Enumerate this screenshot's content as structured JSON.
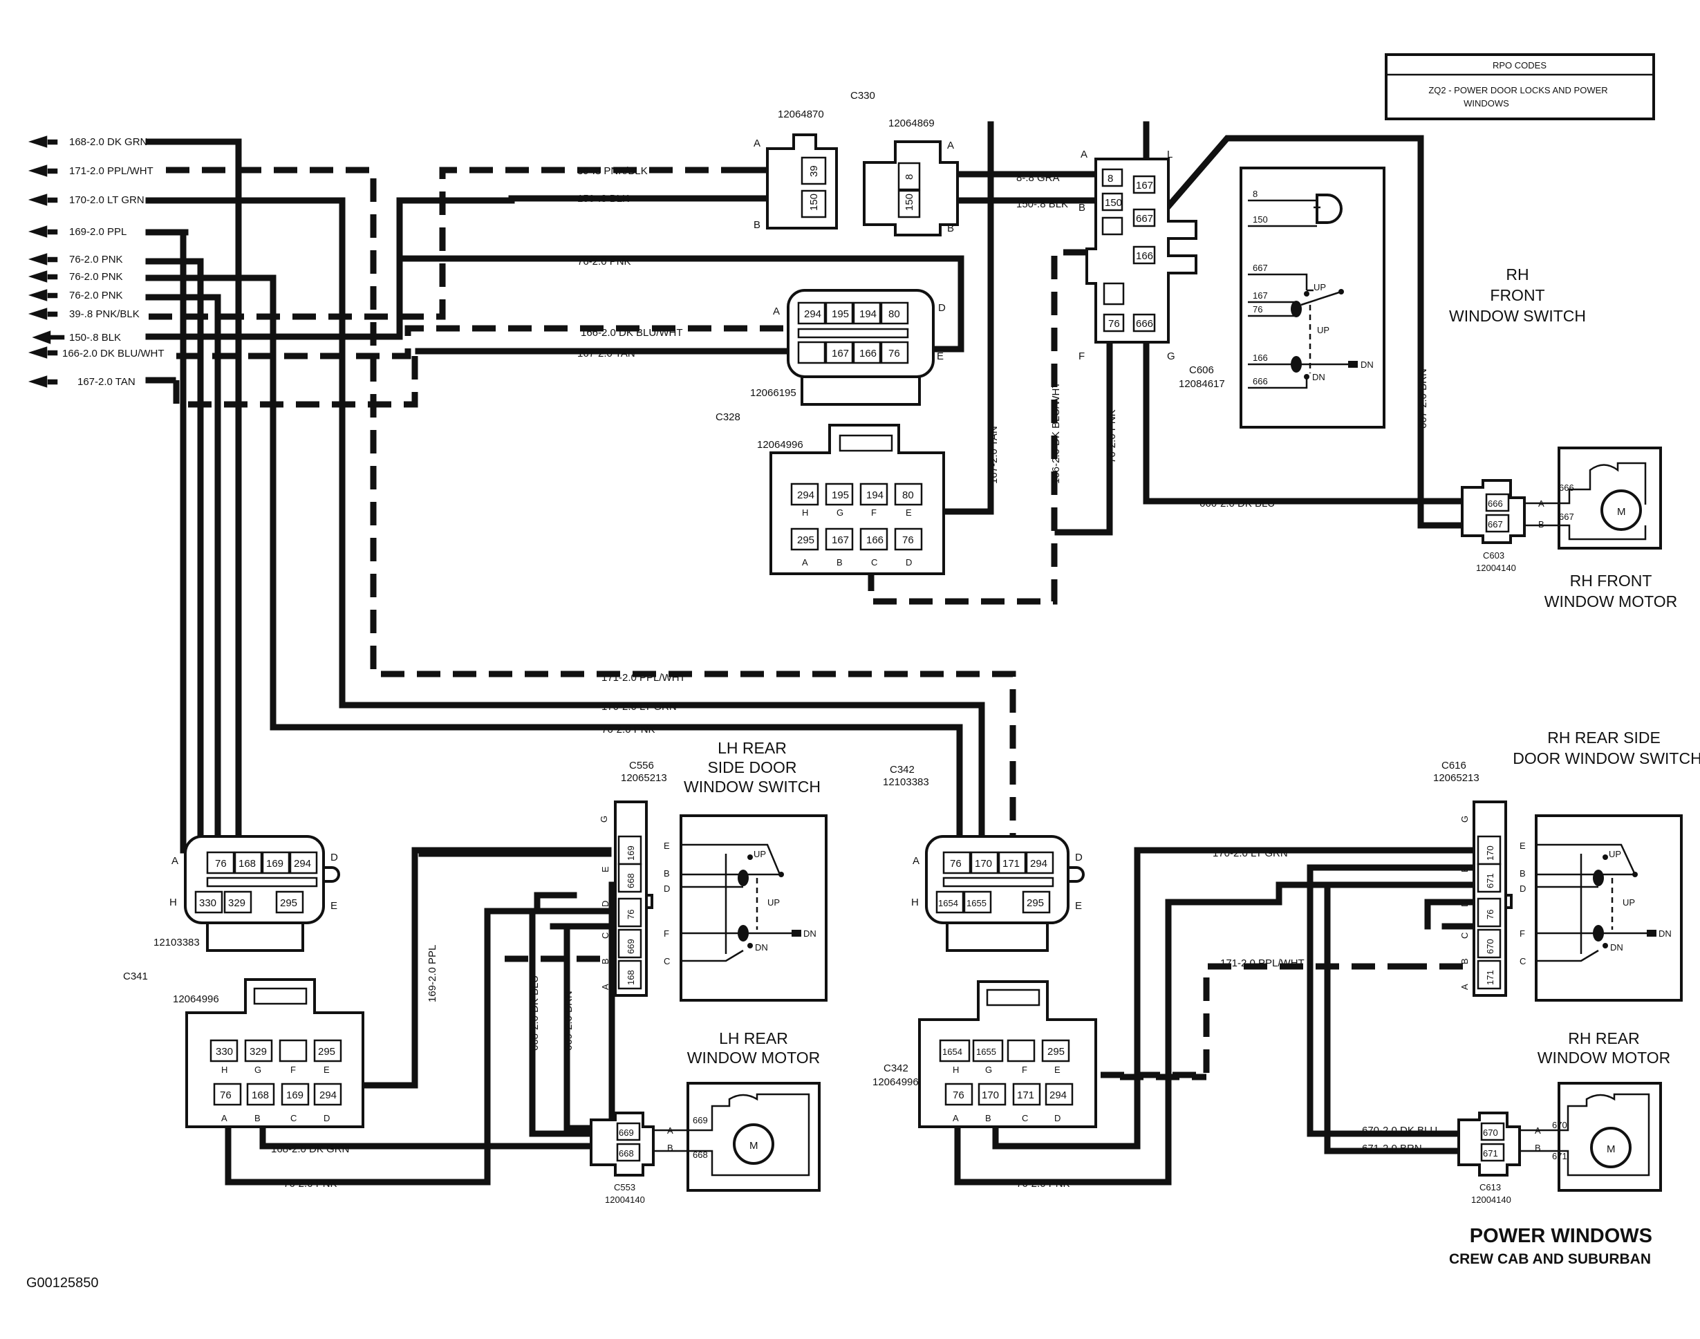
{
  "rpo": {
    "header": "RPO CODES",
    "code": "ZQ2 - POWER DOOR LOCKS AND POWER",
    "code2": "WINDOWS"
  },
  "title": {
    "main": "POWER WINDOWS",
    "sub": "CREW CAB AND SUBURBAN"
  },
  "figure_id": "G00125850",
  "left_wires": [
    "168-2.0 DK GRN",
    "171-2.0 PPL/WHT",
    "170-2.0 LT GRN",
    "169-2.0 PPL",
    "76-2.0 PNK",
    "76-2.0 PNK",
    "76-2.0 PNK",
    "39-.8 PNK/BLK",
    "150-.8 BLK",
    "166-2.0 DK BLU/WHT",
    "167-2.0 TAN"
  ],
  "wire_labels": {
    "w39": "39-.8 PNK/BLK",
    "w150": "150-.8 BLK",
    "w76": "76-2.0 PNK",
    "w166": "166-2.0 DK BLU/WHT",
    "w167": "167-2.0 TAN",
    "w8gra": "8-.8 GRA",
    "w150b": "150-.8 BLK",
    "w171": "171-2.0 PPL/WHT",
    "w170": "170-2.0 LT GRN",
    "w76b": "76-2.0 PNK",
    "w666": "666-2.0 DK BLU",
    "w667": "667-2.0 BRN",
    "v167": "167-2.0 TAN",
    "v166": "166-2.0 DK BLU/WHT",
    "v76": "76-2.0 PNK",
    "v169": "169-2.0 PPL",
    "v668": "668-2.0 DK BLU",
    "v669": "669-2.0 BRN",
    "w168b": "168-2.0 DK GRN",
    "w76c": "76-2.0 PNK",
    "w76d": "76-2.0 PNK",
    "w170b": "170-2.0 LT GRN",
    "w171b": "171-2.0 PPL/WHT",
    "w670": "670-2.0 DK BLU",
    "w671": "671-2.0 BRN"
  },
  "connectors": {
    "c330": {
      "name": "C330",
      "pn1": "12064870",
      "pn2": "12064869"
    },
    "c328": {
      "name": "C328",
      "pn1": "12066195",
      "pn2": "12064996"
    },
    "c606": {
      "name": "C606",
      "pn": "12084617"
    },
    "c603": {
      "name": "C603",
      "pn": "12004140"
    },
    "c341": {
      "name": "C341",
      "pn1": "12103383",
      "pn2": "12064996"
    },
    "c556": {
      "name": "C556",
      "pn": "12065213"
    },
    "c553": {
      "name": "C553",
      "pn": "12004140"
    },
    "c342": {
      "name": "C342",
      "pn1": "12103383",
      "pn2": "12064996",
      "name2": "C342"
    },
    "c616": {
      "name": "C616",
      "pn": "12065213"
    },
    "c613": {
      "name": "C613",
      "pn": "12004140"
    }
  },
  "components": {
    "rh_front_switch": [
      "RH",
      "FRONT",
      "WINDOW SWITCH"
    ],
    "rh_front_motor": [
      "RH FRONT",
      "WINDOW MOTOR"
    ],
    "lh_rear_switch": [
      "LH REAR",
      "SIDE DOOR",
      "WINDOW SWITCH"
    ],
    "lh_rear_motor": [
      "LH REAR",
      "WINDOW MOTOR"
    ],
    "rh_rear_switch": [
      "RH REAR SIDE",
      "DOOR WINDOW SWITCH"
    ],
    "rh_rear_motor": [
      "RH REAR",
      "WINDOW MOTOR"
    ]
  },
  "switch_labels": {
    "up": "UP",
    "dn": "DN",
    "motor": "M"
  },
  "pins": {
    "c330a": [
      "39",
      "150"
    ],
    "c330b": [
      "8",
      "150"
    ],
    "c328a_top": [
      "294",
      "195",
      "194",
      "80"
    ],
    "c328a_bot": [
      "167",
      "166",
      "76"
    ],
    "c328b_top": [
      "294",
      "195",
      "194",
      "80"
    ],
    "c328b_bot": [
      "295",
      "167",
      "166",
      "76"
    ],
    "c328b_rowl": [
      "H",
      "G",
      "F",
      "E"
    ],
    "c328b_coll": [
      "A",
      "B",
      "C",
      "D"
    ],
    "c606": [
      "8",
      "150",
      "167",
      "667",
      "166",
      "76",
      "666"
    ],
    "rhf_sw": [
      "8",
      "150",
      "667",
      "167",
      "76",
      "166",
      "666"
    ],
    "c603": [
      "666",
      "667"
    ],
    "c603m": [
      "666",
      "667"
    ],
    "c341a_top": [
      "76",
      "168",
      "169",
      "294"
    ],
    "c341a_bot": [
      "330",
      "329",
      "295"
    ],
    "c341b_top": [
      "330",
      "329",
      "",
      "295"
    ],
    "c341b_bot": [
      "76",
      "168",
      "169",
      "294"
    ],
    "c556": [
      "169",
      "668",
      "76",
      "669",
      "168"
    ],
    "c556l": [
      "G",
      "E",
      "D",
      "C",
      "B",
      "A"
    ],
    "c556r": [
      "E",
      "B",
      "D",
      "F",
      "C"
    ],
    "c553": [
      "669",
      "668"
    ],
    "c553m": [
      "669",
      "668"
    ],
    "c342a_top": [
      "76",
      "170",
      "171",
      "294"
    ],
    "c342a_bot": [
      "1654",
      "1655",
      "295"
    ],
    "c342b_top": [
      "1654",
      "1655",
      "",
      "295"
    ],
    "c342b_bot": [
      "76",
      "170",
      "171",
      "294"
    ],
    "c616": [
      "170",
      "671",
      "76",
      "670",
      "171"
    ],
    "c613": [
      "670",
      "671"
    ],
    "c613m": [
      "670",
      "671"
    ]
  },
  "letters": {
    "A": "A",
    "B": "B",
    "C": "C",
    "D": "D",
    "E": "E",
    "F": "F",
    "G": "G",
    "H": "H",
    "L": "L"
  }
}
